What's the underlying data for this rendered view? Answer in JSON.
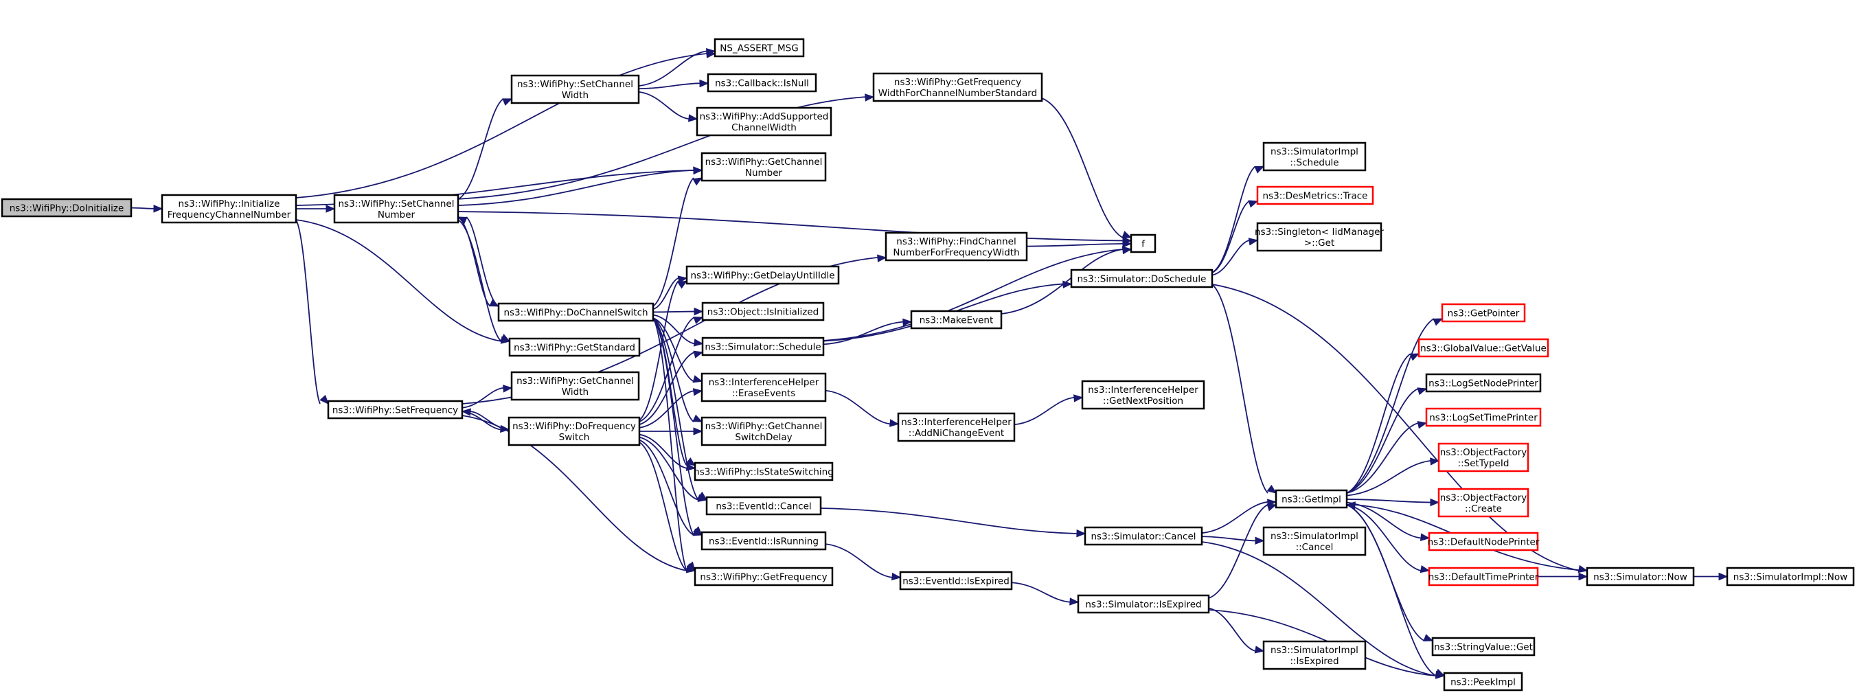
{
  "graph": {
    "edge_color": "#191970",
    "nodes": [
      {
        "id": "doinit",
        "lines": [
          "ns3::WifiPhy::DoInitialize"
        ],
        "root": true
      },
      {
        "id": "initfcn",
        "lines": [
          "ns3::WifiPhy::Initialize",
          "FrequencyChannelNumber"
        ]
      },
      {
        "id": "setchnum",
        "lines": [
          "ns3::WifiPhy::SetChannel",
          "Number"
        ]
      },
      {
        "id": "setfreq",
        "lines": [
          "ns3::WifiPhy::SetFrequency"
        ]
      },
      {
        "id": "setchw",
        "lines": [
          "ns3::WifiPhy::SetChannel",
          "Width"
        ]
      },
      {
        "id": "dochsw",
        "lines": [
          "ns3::WifiPhy::DoChannelSwitch"
        ]
      },
      {
        "id": "getstd",
        "lines": [
          "ns3::WifiPhy::GetStandard"
        ]
      },
      {
        "id": "getchw",
        "lines": [
          "ns3::WifiPhy::GetChannel",
          "Width"
        ]
      },
      {
        "id": "dofreqsw",
        "lines": [
          "ns3::WifiPhy::DoFrequency",
          "Switch"
        ]
      },
      {
        "id": "assert",
        "lines": [
          "NS_ASSERT_MSG"
        ]
      },
      {
        "id": "isnull",
        "lines": [
          "ns3::Callback::IsNull"
        ]
      },
      {
        "id": "addsup",
        "lines": [
          "ns3::WifiPhy::AddSupported",
          "ChannelWidth"
        ]
      },
      {
        "id": "getchnum",
        "lines": [
          "ns3::WifiPhy::GetChannel",
          "Number"
        ]
      },
      {
        "id": "getdelay",
        "lines": [
          "ns3::WifiPhy::GetDelayUntilIdle"
        ]
      },
      {
        "id": "isinit",
        "lines": [
          "ns3::Object::IsInitialized"
        ]
      },
      {
        "id": "simsched",
        "lines": [
          "ns3::Simulator::Schedule"
        ]
      },
      {
        "id": "erase",
        "lines": [
          "ns3::InterferenceHelper",
          "::EraseEvents"
        ]
      },
      {
        "id": "getswd",
        "lines": [
          "ns3::WifiPhy::GetChannel",
          "SwitchDelay"
        ]
      },
      {
        "id": "isstsw",
        "lines": [
          "ns3::WifiPhy::IsStateSwitching"
        ]
      },
      {
        "id": "evcancel",
        "lines": [
          "ns3::EventId::Cancel"
        ]
      },
      {
        "id": "evrun",
        "lines": [
          "ns3::EventId::IsRunning"
        ]
      },
      {
        "id": "getfreq",
        "lines": [
          "ns3::WifiPhy::GetFrequency"
        ]
      },
      {
        "id": "getfwcns",
        "lines": [
          "ns3::WifiPhy::GetFrequency",
          "WidthForChannelNumberStandard"
        ]
      },
      {
        "id": "findch",
        "lines": [
          "ns3::WifiPhy::FindChannel",
          "NumberForFrequencyWidth"
        ]
      },
      {
        "id": "makeev",
        "lines": [
          "ns3::MakeEvent"
        ]
      },
      {
        "id": "addni",
        "lines": [
          "ns3::InterferenceHelper",
          "::AddNiChangeEvent"
        ]
      },
      {
        "id": "evexp",
        "lines": [
          "ns3::EventId::IsExpired"
        ]
      },
      {
        "id": "f",
        "lines": [
          "f"
        ]
      },
      {
        "id": "dosched",
        "lines": [
          "ns3::Simulator::DoSchedule"
        ]
      },
      {
        "id": "getnext",
        "lines": [
          "ns3::InterferenceHelper",
          "::GetNextPosition"
        ]
      },
      {
        "id": "simcancel",
        "lines": [
          "ns3::Simulator::Cancel"
        ]
      },
      {
        "id": "simexp",
        "lines": [
          "ns3::Simulator::IsExpired"
        ]
      },
      {
        "id": "implsched",
        "lines": [
          "ns3::SimulatorImpl",
          "::Schedule"
        ]
      },
      {
        "id": "trace",
        "lines": [
          "ns3::DesMetrics::Trace"
        ],
        "red": true
      },
      {
        "id": "singleton",
        "lines": [
          "ns3::Singleton< IidManager",
          " >::Get"
        ]
      },
      {
        "id": "getimpl",
        "lines": [
          "ns3::GetImpl"
        ]
      },
      {
        "id": "implcancel",
        "lines": [
          "ns3::SimulatorImpl",
          "::Cancel"
        ]
      },
      {
        "id": "implexp",
        "lines": [
          "ns3::SimulatorImpl",
          "::IsExpired"
        ]
      },
      {
        "id": "getptr",
        "lines": [
          "ns3::GetPointer"
        ],
        "red": true
      },
      {
        "id": "gvget",
        "lines": [
          "ns3::GlobalValue::GetValue"
        ],
        "red": true
      },
      {
        "id": "lognode",
        "lines": [
          "ns3::LogSetNodePrinter"
        ]
      },
      {
        "id": "logtime",
        "lines": [
          "ns3::LogSetTimePrinter"
        ],
        "red": true
      },
      {
        "id": "ofset",
        "lines": [
          "ns3::ObjectFactory",
          "::SetTypeId"
        ],
        "red": true
      },
      {
        "id": "ofcreate",
        "lines": [
          "ns3::ObjectFactory",
          "::Create"
        ],
        "red": true
      },
      {
        "id": "defnode",
        "lines": [
          "ns3::DefaultNodePrinter"
        ],
        "red": true
      },
      {
        "id": "deftime",
        "lines": [
          "ns3::DefaultTimePrinter"
        ],
        "red": true
      },
      {
        "id": "strget",
        "lines": [
          "ns3::StringValue::Get"
        ]
      },
      {
        "id": "peek",
        "lines": [
          "ns3::PeekImpl"
        ]
      },
      {
        "id": "simnow",
        "lines": [
          "ns3::Simulator::Now"
        ]
      },
      {
        "id": "implnow",
        "lines": [
          "ns3::SimulatorImpl::Now"
        ]
      }
    ],
    "edges": [
      [
        "doinit",
        "initfcn"
      ],
      [
        "initfcn",
        "assert"
      ],
      [
        "initfcn",
        "getchnum"
      ],
      [
        "initfcn",
        "setchnum"
      ],
      [
        "initfcn",
        "getstd"
      ],
      [
        "initfcn",
        "setfreq"
      ],
      [
        "setchnum",
        "getfwcns"
      ],
      [
        "setchnum",
        "setchw"
      ],
      [
        "setchnum",
        "getchnum"
      ],
      [
        "setchnum",
        "f"
      ],
      [
        "setchnum",
        "dochsw"
      ],
      [
        "setchnum",
        "getstd"
      ],
      [
        "setchw",
        "assert"
      ],
      [
        "setchw",
        "isnull"
      ],
      [
        "setchw",
        "addsup"
      ],
      [
        "dochsw",
        "setchnum"
      ],
      [
        "dochsw",
        "getchnum"
      ],
      [
        "dochsw",
        "getdelay"
      ],
      [
        "dochsw",
        "isinit"
      ],
      [
        "dochsw",
        "simsched"
      ],
      [
        "dochsw",
        "erase"
      ],
      [
        "dochsw",
        "getswd"
      ],
      [
        "dochsw",
        "isstsw"
      ],
      [
        "dochsw",
        "evcancel"
      ],
      [
        "dochsw",
        "evrun"
      ],
      [
        "dochsw",
        "getfreq"
      ],
      [
        "setfreq",
        "findch"
      ],
      [
        "setfreq",
        "getchw"
      ],
      [
        "setfreq",
        "dofreqsw"
      ],
      [
        "setfreq",
        "getfreq"
      ],
      [
        "dofreqsw",
        "setfreq"
      ],
      [
        "dofreqsw",
        "getdelay"
      ],
      [
        "dofreqsw",
        "isinit"
      ],
      [
        "dofreqsw",
        "simsched"
      ],
      [
        "dofreqsw",
        "erase"
      ],
      [
        "dofreqsw",
        "getswd"
      ],
      [
        "dofreqsw",
        "isstsw"
      ],
      [
        "dofreqsw",
        "evcancel"
      ],
      [
        "dofreqsw",
        "evrun"
      ],
      [
        "dofreqsw",
        "getfreq"
      ],
      [
        "getfwcns",
        "f"
      ],
      [
        "findch",
        "f"
      ],
      [
        "simsched",
        "f"
      ],
      [
        "simsched",
        "makeev"
      ],
      [
        "simsched",
        "dosched"
      ],
      [
        "makeev",
        "f"
      ],
      [
        "erase",
        "addni"
      ],
      [
        "addni",
        "getnext"
      ],
      [
        "evcancel",
        "simcancel"
      ],
      [
        "evrun",
        "evexp"
      ],
      [
        "evexp",
        "simexp"
      ],
      [
        "dosched",
        "implsched"
      ],
      [
        "dosched",
        "trace"
      ],
      [
        "dosched",
        "singleton"
      ],
      [
        "dosched",
        "getimpl"
      ],
      [
        "dosched",
        "simnow"
      ],
      [
        "simcancel",
        "getimpl"
      ],
      [
        "simcancel",
        "implcancel"
      ],
      [
        "simcancel",
        "peek"
      ],
      [
        "simexp",
        "getimpl"
      ],
      [
        "simexp",
        "implexp"
      ],
      [
        "simexp",
        "peek"
      ],
      [
        "getimpl",
        "getptr"
      ],
      [
        "getimpl",
        "gvget"
      ],
      [
        "getimpl",
        "lognode"
      ],
      [
        "getimpl",
        "logtime"
      ],
      [
        "getimpl",
        "ofset"
      ],
      [
        "getimpl",
        "ofcreate"
      ],
      [
        "getimpl",
        "defnode"
      ],
      [
        "getimpl",
        "deftime"
      ],
      [
        "getimpl",
        "strget"
      ],
      [
        "getimpl",
        "peek"
      ],
      [
        "deftime",
        "simnow"
      ],
      [
        "simnow",
        "getimpl"
      ],
      [
        "simnow",
        "implnow"
      ]
    ]
  }
}
